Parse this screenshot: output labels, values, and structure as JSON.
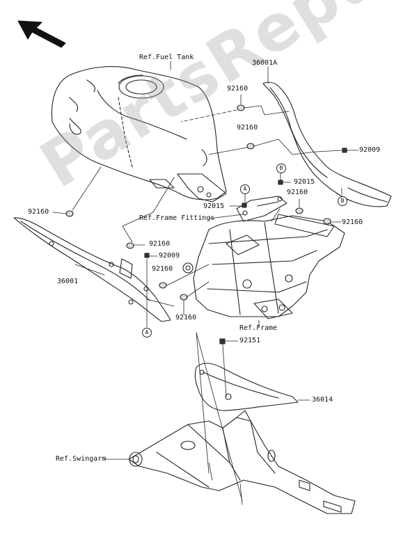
{
  "watermark": "PartsRepublik",
  "references": {
    "fuel_tank": "Ref.Fuel Tank",
    "frame_fittings": "Ref.Frame Fittings",
    "frame": "Ref.Frame",
    "swingarm": "Ref.Swingarm"
  },
  "part_numbers": {
    "p36001A": "36001A",
    "p36001": "36001",
    "p36014": "36014",
    "p92160": "92160",
    "p92009": "92009",
    "p92015": "92015",
    "p92151": "92151"
  },
  "markers": {
    "a": "A",
    "b": "B"
  }
}
